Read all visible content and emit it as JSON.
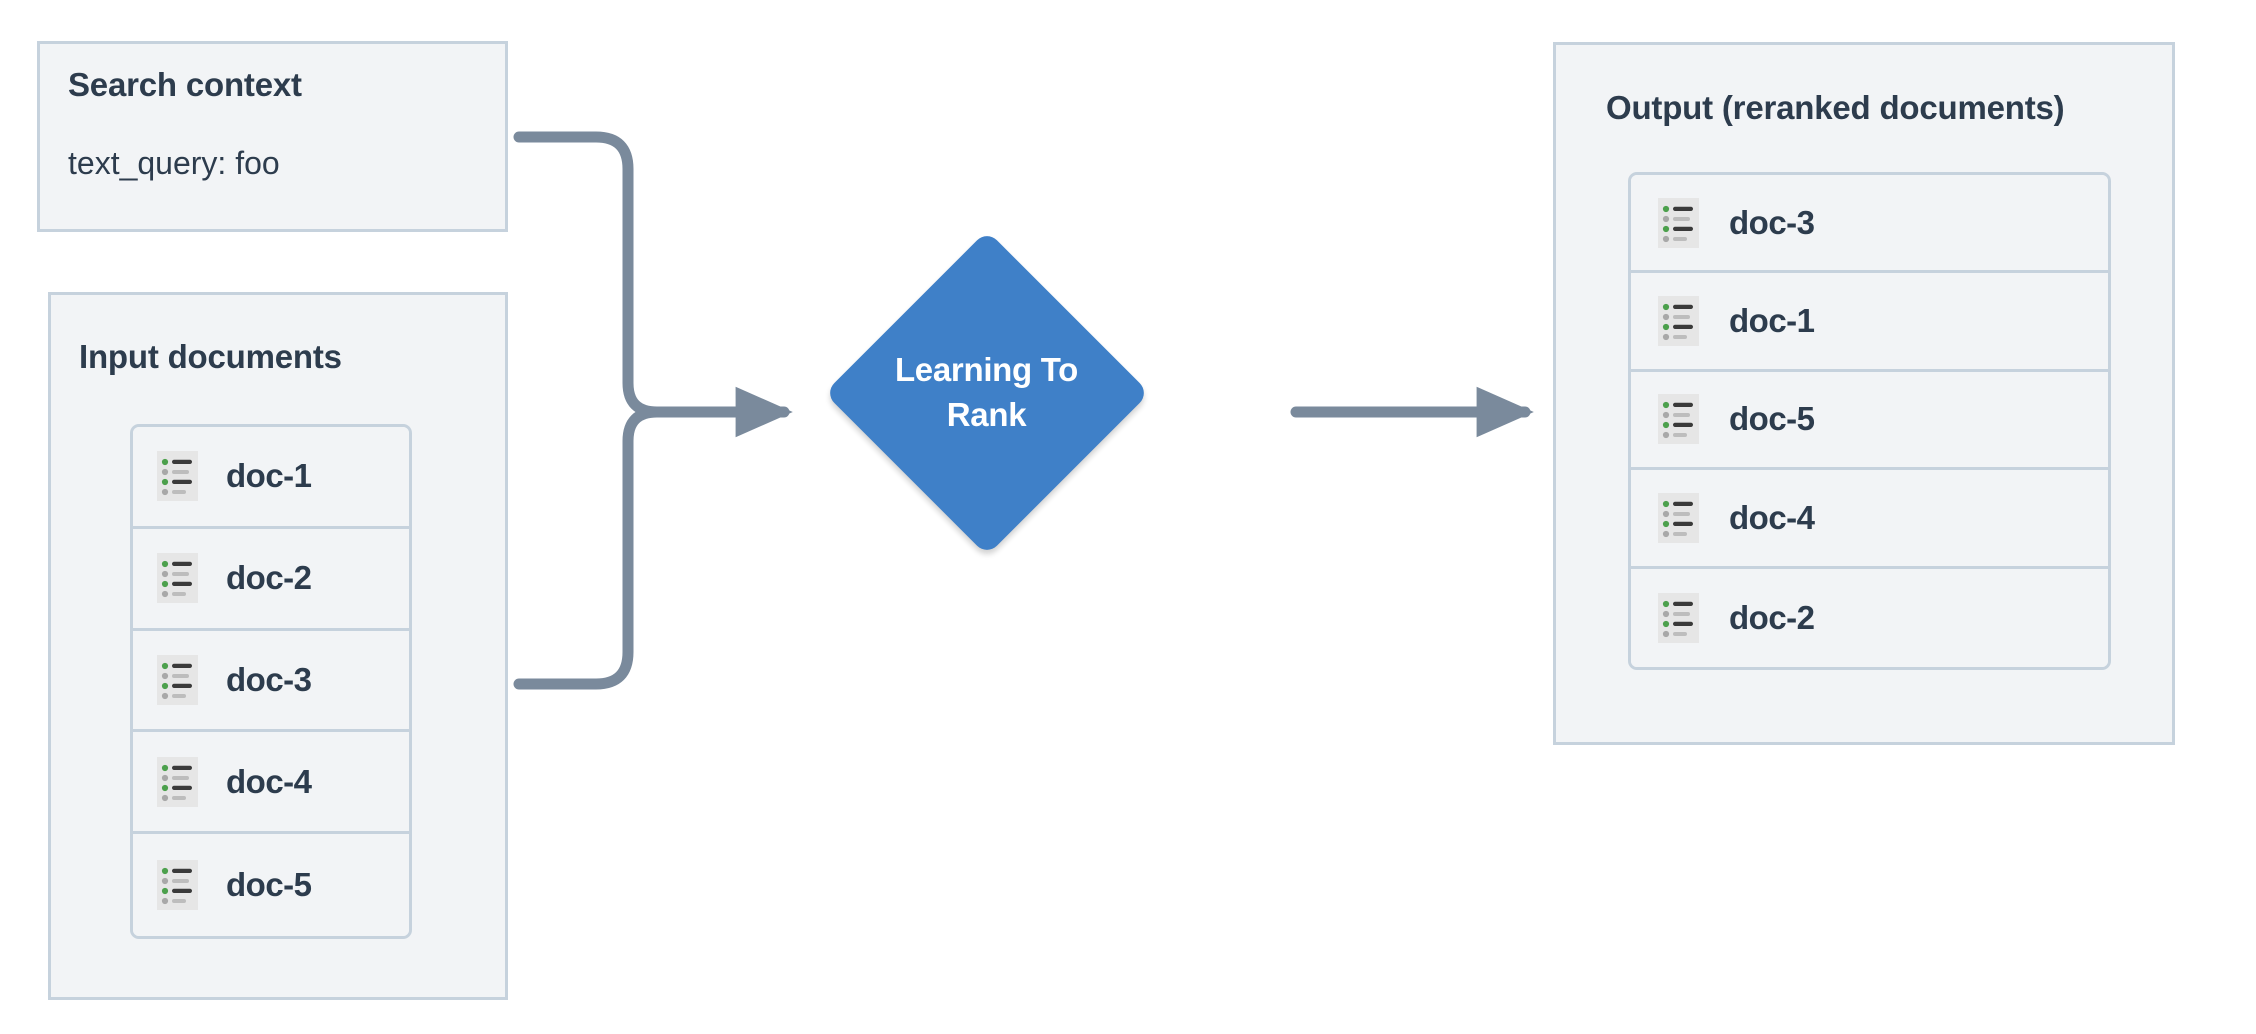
{
  "diagram": {
    "title": "Learning To Rank reranking pipeline",
    "background_color": "#ffffff",
    "panel_fill": "#f2f4f6",
    "panel_border": "#c6d2dd",
    "text_color": "#2d3c4d",
    "accent_color": "#3f80c8",
    "edge_color": "#7a8a9c",
    "icon_bullet_active_color": "#4ca04c",
    "icon_bullet_muted_color": "#a8a8a8",
    "icon_bar_dark_color": "#3a3a3a",
    "icon_bar_light_color": "#bdbdbd",
    "icon_page_color": "#e6e6e6"
  },
  "search_context": {
    "title": "Search context",
    "query_line": "text_query: foo"
  },
  "input_documents": {
    "title": "Input documents",
    "docs": [
      {
        "label": "doc-1",
        "icon": "document-list-icon"
      },
      {
        "label": "doc-2",
        "icon": "document-list-icon"
      },
      {
        "label": "doc-3",
        "icon": "document-list-icon"
      },
      {
        "label": "doc-4",
        "icon": "document-list-icon"
      },
      {
        "label": "doc-5",
        "icon": "document-list-icon"
      }
    ]
  },
  "model_node": {
    "label_line_1": "Learning To",
    "label_line_2": "Rank",
    "shape": "diamond",
    "fill": "#3f80c8"
  },
  "output": {
    "title": "Output (reranked documents)",
    "docs": [
      {
        "label": "doc-3",
        "icon": "document-list-icon"
      },
      {
        "label": "doc-1",
        "icon": "document-list-icon"
      },
      {
        "label": "doc-5",
        "icon": "document-list-icon"
      },
      {
        "label": "doc-4",
        "icon": "document-list-icon"
      },
      {
        "label": "doc-2",
        "icon": "document-list-icon"
      }
    ]
  },
  "edges": [
    {
      "from": "search-context",
      "to": "learning-to-rank",
      "style": "elbow-rounded-arrow"
    },
    {
      "from": "input-documents",
      "to": "learning-to-rank",
      "style": "elbow-rounded-arrow"
    },
    {
      "from": "learning-to-rank",
      "to": "output",
      "style": "straight-arrow"
    }
  ]
}
